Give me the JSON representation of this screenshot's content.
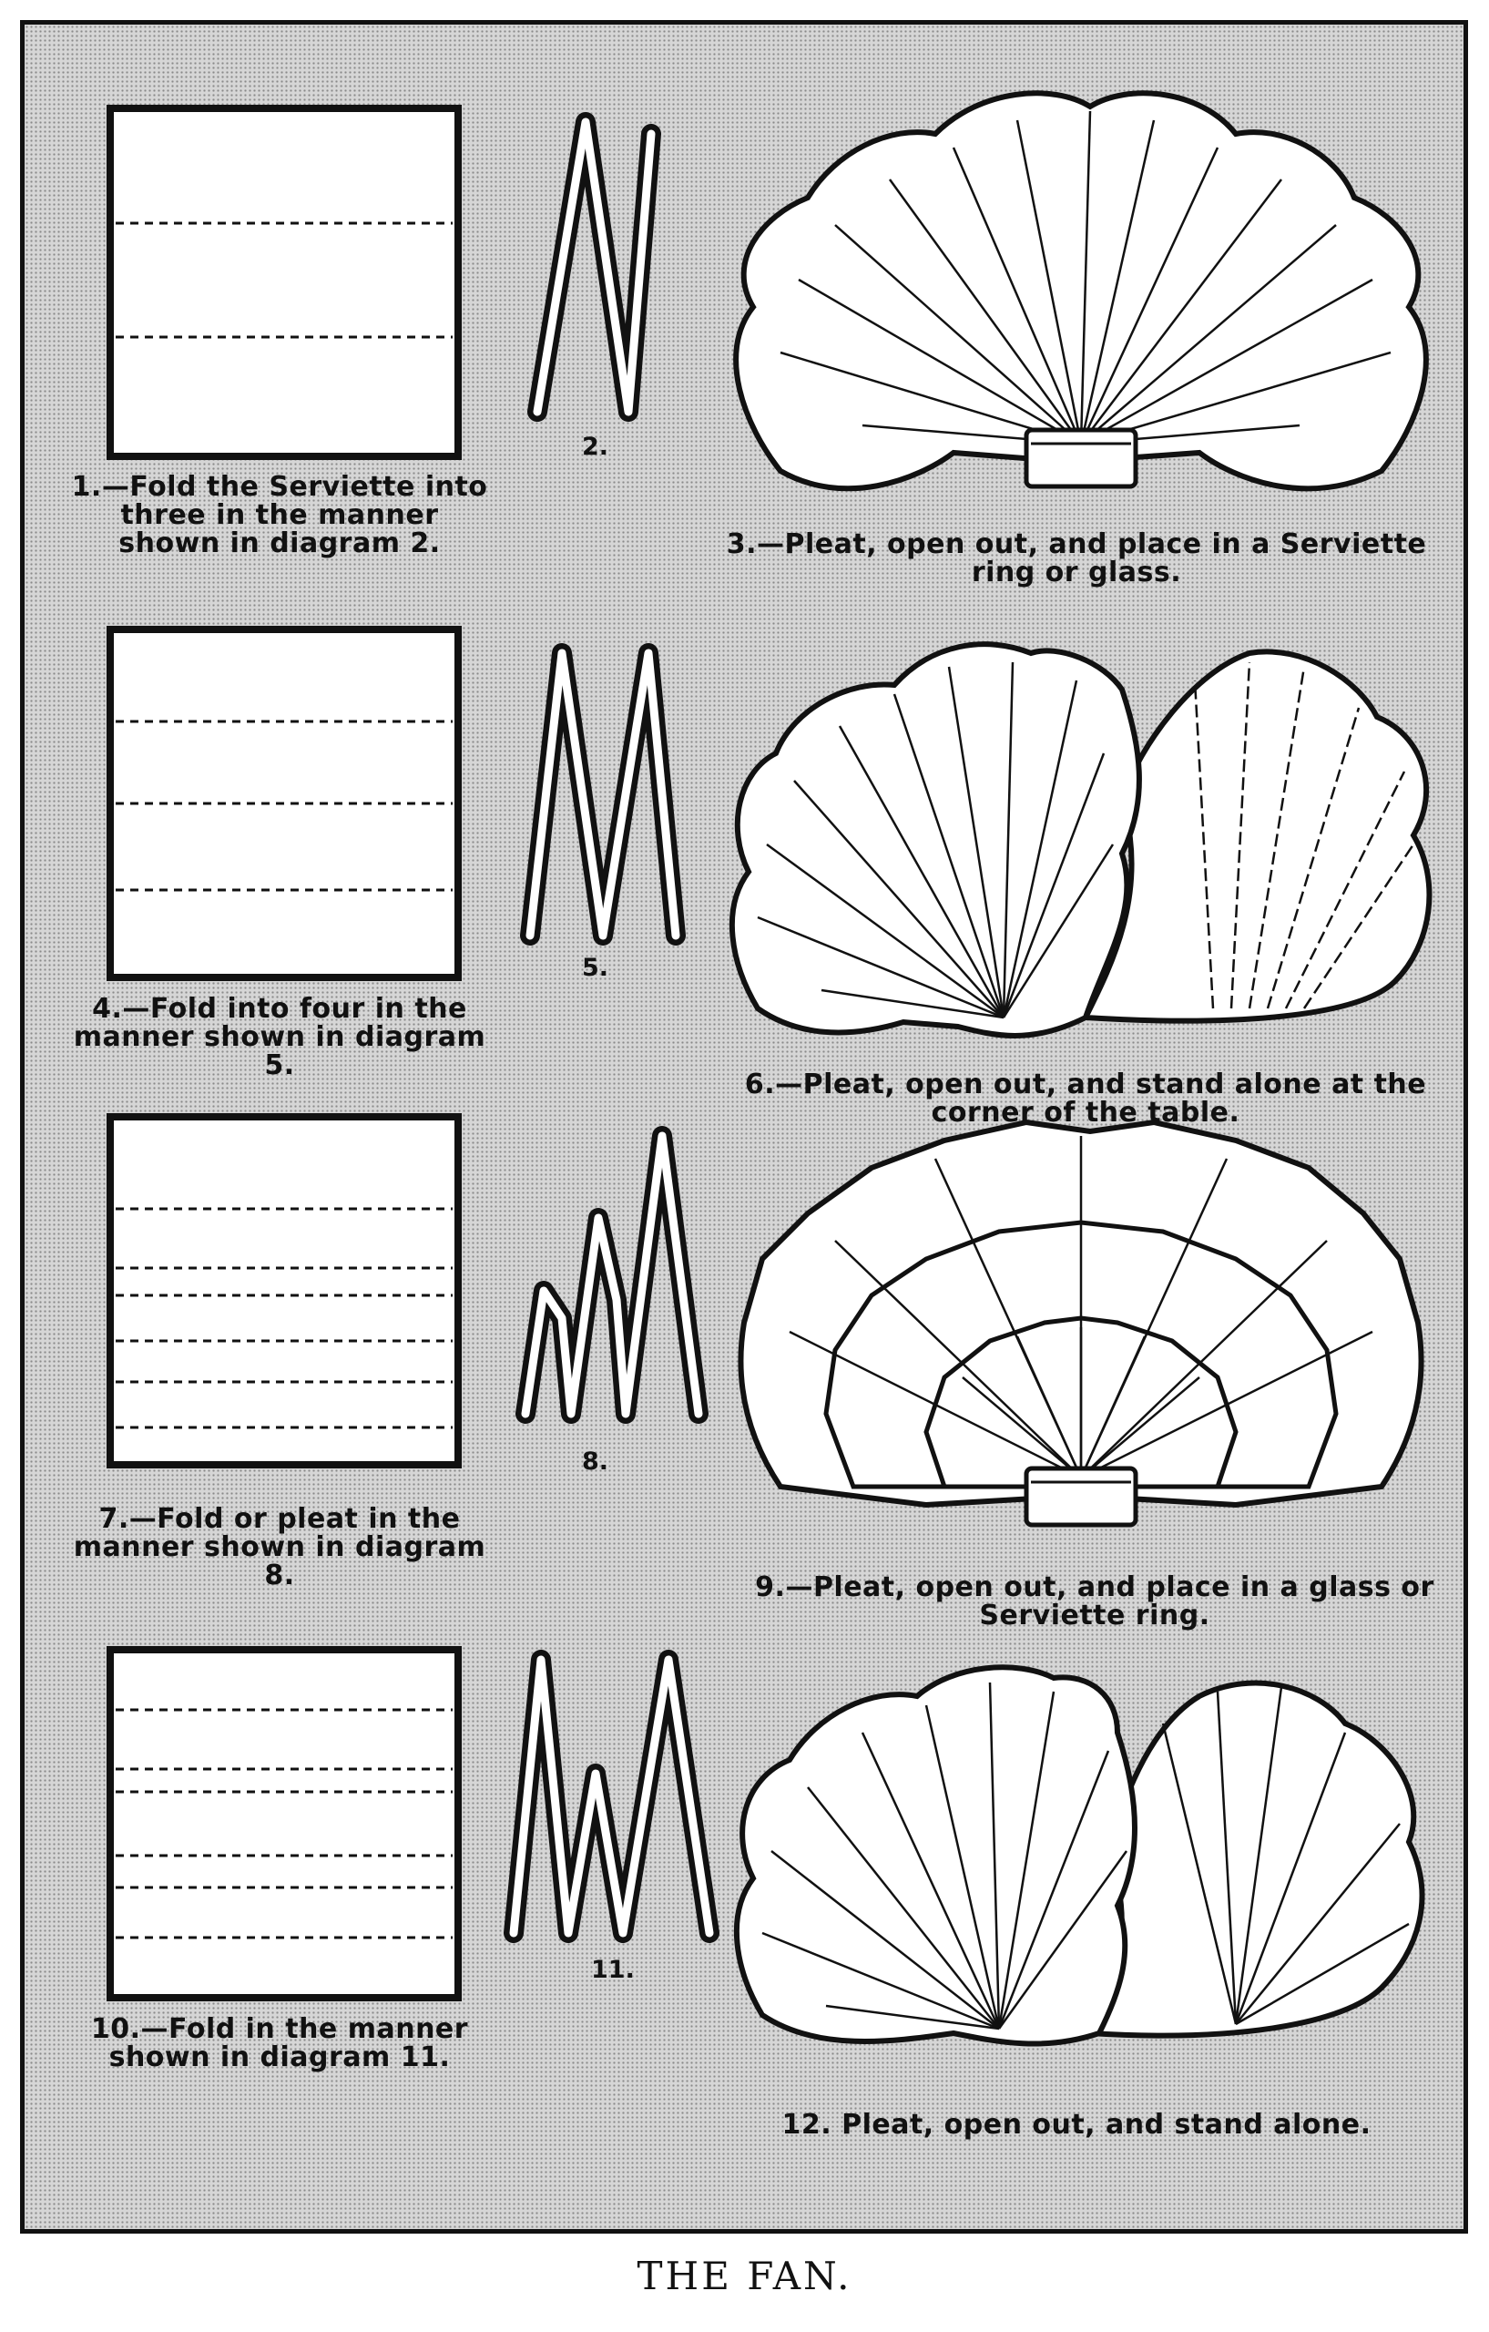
{
  "title": "THE FAN.",
  "colors": {
    "ink": "#111111",
    "paper": "#ffffff",
    "halftone": "#d6d6d6"
  },
  "rows": [
    {
      "fold_caption": "1.—Fold the Serviette into three in the manner shown in diagram 2.",
      "fold_lines": 2,
      "zigzag_number": "2.",
      "result_caption": "3.—Pleat, open out, and place in a Serviette ring or glass."
    },
    {
      "fold_caption": "4.—Fold into four in the manner shown in diagram 5.",
      "fold_lines": 3,
      "zigzag_number": "5.",
      "result_caption": "6.—Pleat, open out, and stand alone at the corner of the table."
    },
    {
      "fold_caption": "7.—Fold or pleat in the manner shown in diagram 8.",
      "fold_lines": 6,
      "zigzag_number": "8.",
      "result_caption": "9.—Pleat, open out, and place in a glass or Serviette ring."
    },
    {
      "fold_caption": "10.—Fold in the manner shown in diagram 11.",
      "fold_lines": 6,
      "zigzag_number": "11.",
      "result_caption": "12. Pleat, open out, and stand alone."
    }
  ]
}
